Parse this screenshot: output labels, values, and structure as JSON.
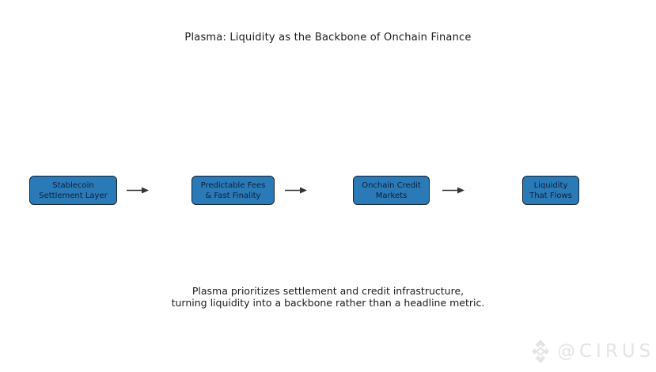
{
  "title": "Plasma: Liquidity as the Backbone of Onchain Finance",
  "flow": {
    "nodes": [
      {
        "label": "Stablecoin\nSettlement Layer"
      },
      {
        "label": "Predictable Fees\n& Fast Finality"
      },
      {
        "label": "Onchain Credit\nMarkets"
      },
      {
        "label": "Liquidity\nThat Flows"
      }
    ],
    "connector": "right-arrow"
  },
  "caption": "Plasma prioritizes settlement and credit infrastructure,\nturning liquidity into a backbone rather than a headline metric.",
  "watermark": {
    "logo_icon": "faceted-diamond-icon",
    "handle": "@CIRUS"
  },
  "colors": {
    "background": "#ffffff",
    "text": "#1a1a1a",
    "node_fill": "#2a7ab8",
    "node_border": "#16202b",
    "node_text": "#0d1f3a",
    "arrow": "#333333",
    "watermark": "#e4e4e4"
  }
}
